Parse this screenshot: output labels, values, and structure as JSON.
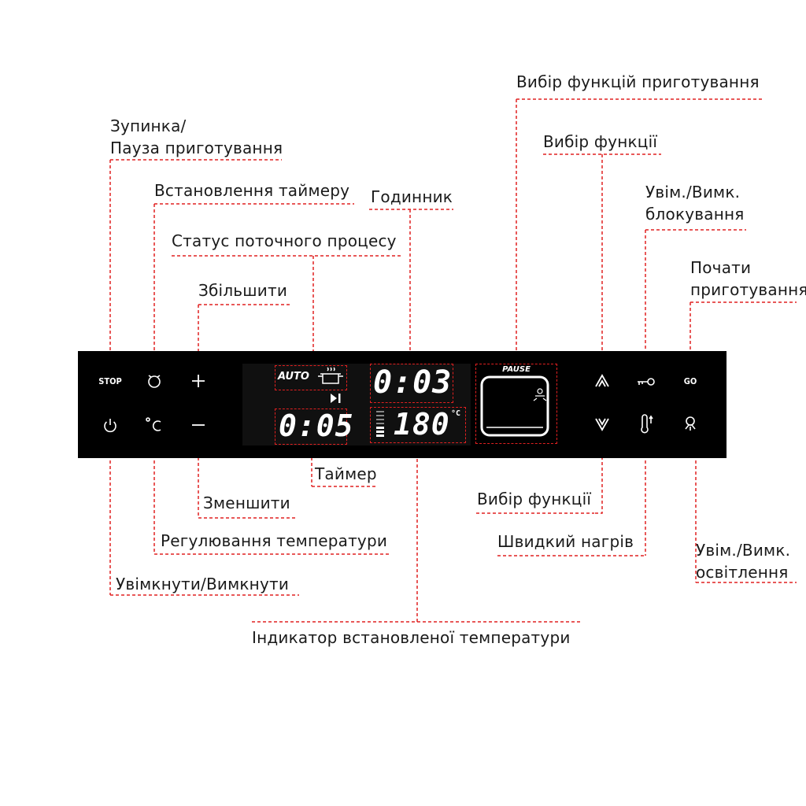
{
  "labels": {
    "stop_pause_line1": "Зупинка/",
    "stop_pause_line2": "Пауза приготування",
    "timer_set": "Встановлення таймеру",
    "clock": "Годинник",
    "status": "Статус поточного процесу",
    "increase": "Збільшити",
    "cooking_functions": "Вибір функцій приготування",
    "function_select_top": "Вибір функції",
    "lock_line1": "Увім./Вимк.",
    "lock_line2": "блокування",
    "start_line1": "Почати",
    "start_line2": "приготування",
    "timer": "Таймер",
    "decrease": "Зменшити",
    "temperature_adjust": "Регулювання температури",
    "on_off": "Увімкнути/Вимкнути",
    "function_select_bottom": "Вибір функції",
    "quick_heat": "Швидкий нагрів",
    "light_line1": "Увім./Вимк.",
    "light_line2": "освітлення",
    "set_temp_indicator": "Індикатор встановленої температури"
  },
  "panel": {
    "stop_button": "STOP",
    "go_button": "GO",
    "auto_text": "AUTO",
    "clock_display": "0:03",
    "timer_display": "0:05",
    "temperature_display": "180",
    "temperature_unit": "°C",
    "pause_text": "PAUSE"
  },
  "icons": {
    "stop": "stop-text",
    "timer": "alarm-clock-icon",
    "temperature": "degree-celsius-icon",
    "plus": "plus-icon",
    "minus": "minus-icon",
    "power": "power-icon",
    "up": "chevron-up-icon",
    "down": "chevron-down-icon",
    "lock": "key-icon",
    "quick_heat": "thermometer-icon",
    "light": "lamp-icon",
    "pot": "pot-icon",
    "skip": "skip-forward-icon"
  },
  "colors": {
    "panel": "#000000",
    "leader": "#e02020",
    "text": "#1a1a1a",
    "display_text": "#ffffff"
  }
}
